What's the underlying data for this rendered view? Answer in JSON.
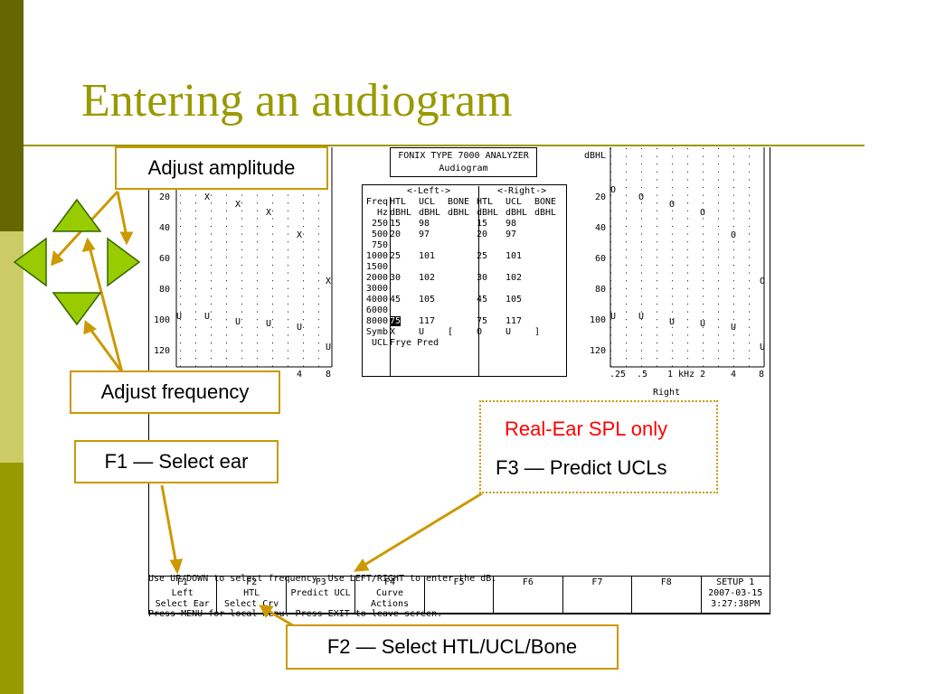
{
  "slide": {
    "title": "Entering an audiogram",
    "accent_color": "#999900",
    "callout_border": "#cc9900"
  },
  "analyzer": {
    "line1": "FONIX TYPE 7000 ANALYZER",
    "line2": "Audiogram"
  },
  "left_graph": {
    "y_ticks": [
      "20",
      "40",
      "60",
      "80",
      "100",
      "120"
    ],
    "x_ticks_visible": [
      "4",
      "8"
    ]
  },
  "right_graph": {
    "unit": "dBHL",
    "y_ticks": [
      "20",
      "40",
      "60",
      "80",
      "100",
      "120"
    ],
    "x_ticks": [
      ".25",
      ".5",
      "1 kHz",
      "2",
      "4",
      "8"
    ],
    "ear_label": "Right"
  },
  "table": {
    "left_header": "<-Left->",
    "right_header": "<-Right->",
    "col_headers": [
      "Freq",
      "HTL",
      "UCL",
      "BONE",
      "HTL",
      "UCL",
      "BONE"
    ],
    "unit_row": [
      "Hz",
      "dBHL",
      "dBHL",
      "dBHL",
      "dBHL",
      "dBHL",
      "dBHL"
    ],
    "rows": [
      [
        "250",
        "15",
        "98",
        "",
        "15",
        "98",
        ""
      ],
      [
        "500",
        "20",
        "97",
        "",
        "20",
        "97",
        ""
      ],
      [
        "750",
        "",
        "",
        "",
        "",
        "",
        ""
      ],
      [
        "1000",
        "25",
        "101",
        "",
        "25",
        "101",
        ""
      ],
      [
        "1500",
        "",
        "",
        "",
        "",
        "",
        ""
      ],
      [
        "2000",
        "30",
        "102",
        "",
        "30",
        "102",
        ""
      ],
      [
        "3000",
        "",
        "",
        "",
        "",
        "",
        ""
      ],
      [
        "4000",
        "45",
        "105",
        "",
        "45",
        "105",
        ""
      ],
      [
        "6000",
        "",
        "",
        "",
        "",
        "",
        ""
      ],
      [
        "8000",
        "75",
        "117",
        "",
        "75",
        "117",
        ""
      ]
    ],
    "symb_row": [
      "Symb",
      "X",
      "U",
      "[",
      "O",
      "U",
      "]"
    ],
    "ucl_row": [
      "UCL",
      "Frye Pred"
    ]
  },
  "messages": {
    "line1": "Use UP/DOWN to select frequency. Use LEFT/RIGHT to enter the dB.",
    "line2": "Press MENU for local menu. Press EXIT to leave screen."
  },
  "fkeys": [
    {
      "key": "F1",
      "line2": "Left",
      "line3": "Select Ear"
    },
    {
      "key": "F2",
      "line2": "HTL",
      "line3": "Select Crv"
    },
    {
      "key": "F3",
      "line2": "Predict UCL",
      "line3": ""
    },
    {
      "key": "F4",
      "line2": "Curve",
      "line3": "Actions"
    },
    {
      "key": "F5",
      "line2": "",
      "line3": ""
    },
    {
      "key": "F6",
      "line2": "",
      "line3": ""
    },
    {
      "key": "F7",
      "line2": "",
      "line3": ""
    },
    {
      "key": "F8",
      "line2": "",
      "line3": ""
    },
    {
      "key": "SETUP 1",
      "line2": "2007-03-15",
      "line3": "3:27:38PM"
    }
  ],
  "callouts": {
    "adjust_amplitude": "Adjust amplitude",
    "adjust_frequency": "Adjust frequency",
    "f1": "F1 — Select ear",
    "f2": "F2 — Select HTL/UCL/Bone",
    "real_ear": "Real-Ear SPL only",
    "f3": "F3 — Predict UCLs"
  },
  "arrow_keys": {
    "fill": "#99cc00",
    "icons": [
      "up-arrow-icon",
      "left-arrow-icon",
      "right-arrow-icon",
      "down-arrow-icon"
    ]
  }
}
